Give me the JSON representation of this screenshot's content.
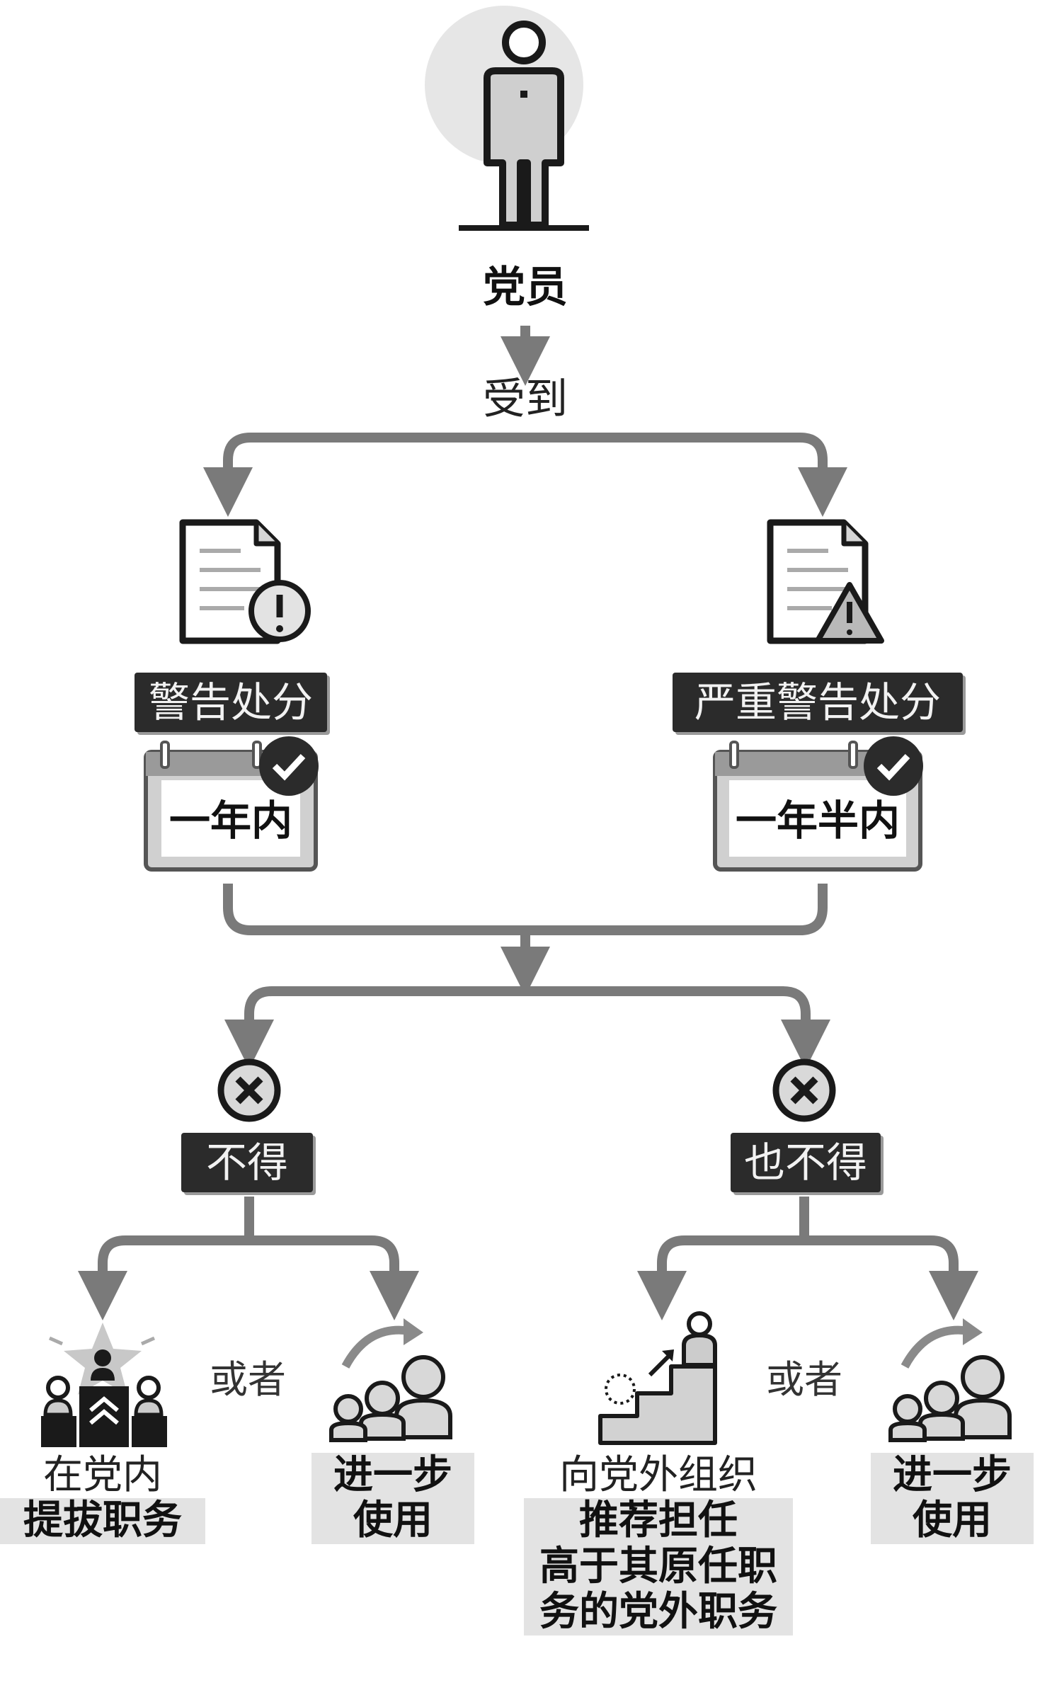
{
  "person": {
    "label": "党员"
  },
  "step": {
    "label": "受到"
  },
  "branches": [
    {
      "penalty": "警告处分",
      "period": "一年内"
    },
    {
      "penalty": "严重警告处分",
      "period": "一年半内"
    }
  ],
  "prohibitions": [
    {
      "label": "不得",
      "or_text": "或者",
      "options": [
        {
          "lines": [
            "在党内",
            "提拔职务"
          ]
        },
        {
          "lines": [
            "进一步",
            "使用"
          ]
        }
      ]
    },
    {
      "label": "也不得",
      "or_text": "或者",
      "options": [
        {
          "lines": [
            "向党外组织",
            "推荐担任",
            "高于其原任职",
            "务的党外职务"
          ]
        },
        {
          "lines": [
            "进一步",
            "使用"
          ]
        }
      ]
    }
  ],
  "colors": {
    "line": "#7a7a7a",
    "dark": "#2b2b2b",
    "mid": "#bdbdbd",
    "light": "#e3e3e3"
  },
  "icons": [
    "person-icon",
    "document-exclamation-icon",
    "document-warning-icon",
    "calendar-check-icon",
    "cancel-icon",
    "promotion-icon",
    "group-arrow-icon",
    "stairs-icon"
  ]
}
